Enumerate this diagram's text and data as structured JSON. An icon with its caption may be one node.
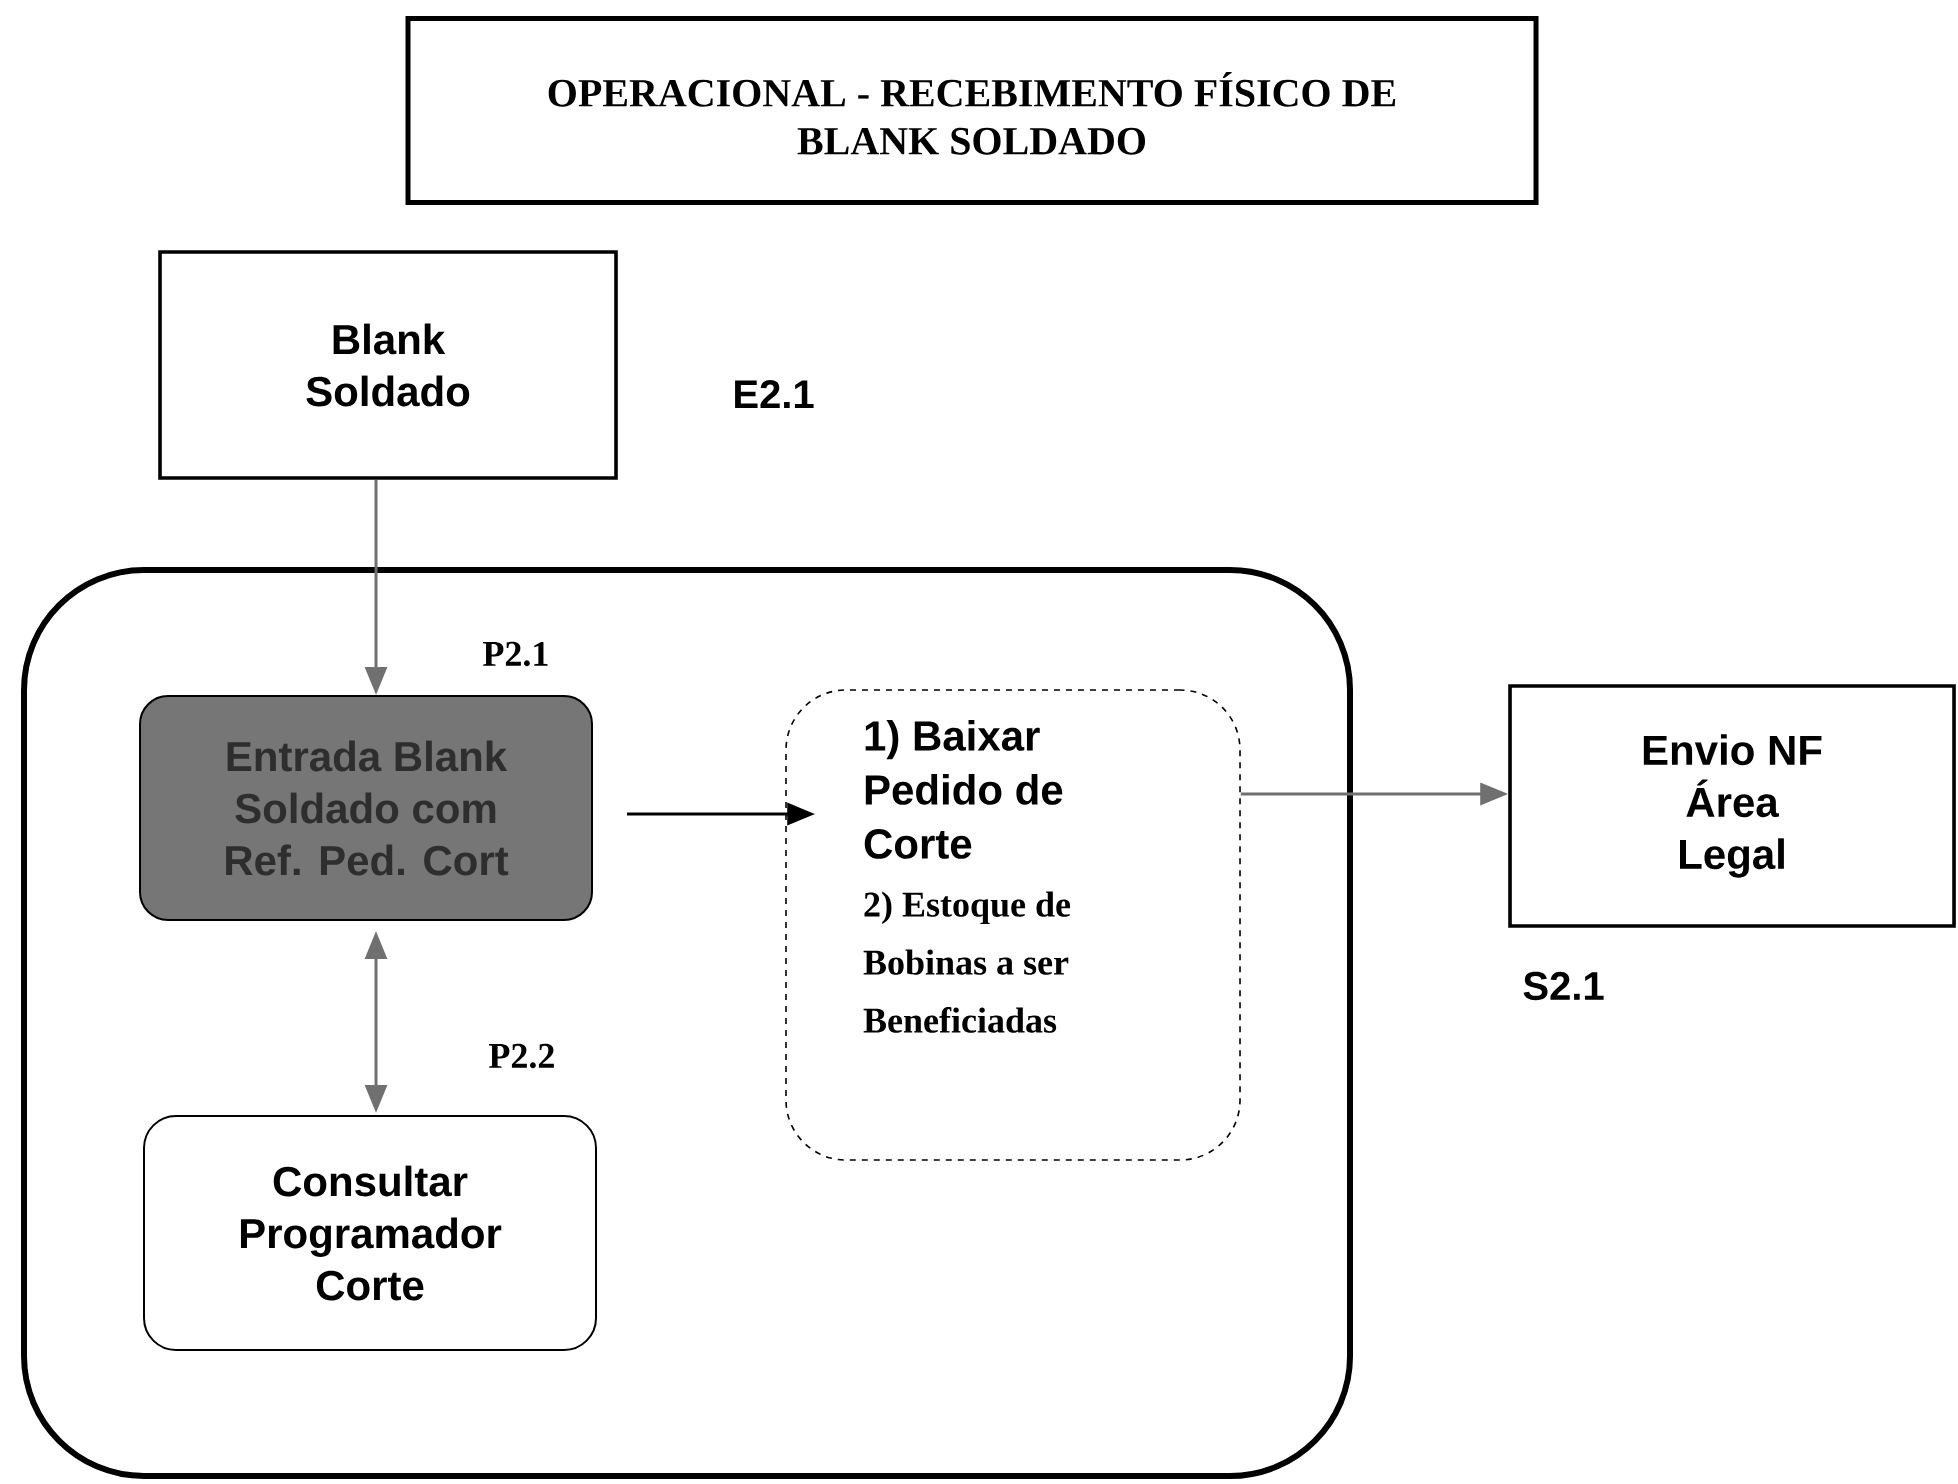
{
  "diagram": {
    "nodes": [
      {
        "text": [
          "OPERACIONAL - RECEBIMENTO FÍSICO DE BLANK SOLDADO"
        ]
      },
      {
        "text": [
          "Blank Soldado"
        ],
        "beside": [
          "E2.1"
        ]
      },
      {
        "text": [],
        "shape": "box"
      },
      {
        "text": [
          "Entrada Blank Soldado com Ref. Ped. Cort"
        ],
        "beside": [
          "P2.1"
        ],
        "in": 2
      },
      {
        "text": [
          "Consultar Programador Corte"
        ],
        "in": 2
      },
      {
        "text": [
          "1) Baixar Pedido de Corte",
          "2) Estoque de Bobinas a ser Beneficiadas"
        ],
        "in": 2
      },
      {
        "text": [
          "Envio NF Área Legal"
        ],
        "beside": [
          "S2.1"
        ]
      }
    ],
    "edges": [
      {
        "from": 1,
        "to": 3,
        "arrow": "to"
      },
      {
        "from": 3,
        "to": 5,
        "arrow": "to",
        "color": "#000000"
      },
      {
        "from": 3,
        "to": 4,
        "arrow": "both",
        "label": "P2.2"
      },
      {
        "from": 5,
        "to": 6,
        "arrow": "to"
      }
    ]
  }
}
